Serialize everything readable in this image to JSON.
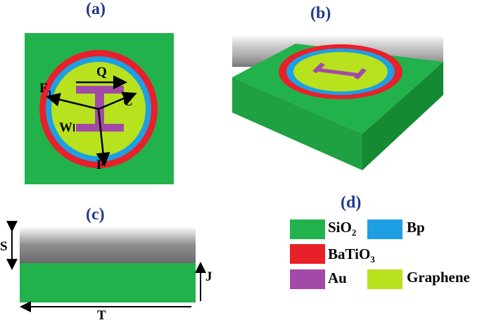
{
  "panels": {
    "a": "(a)",
    "b": "(b)",
    "c": "(c)",
    "d": "(d)"
  },
  "top_view_labels": {
    "q": "Q",
    "f1": "F",
    "f1_sub": "1",
    "c": "C",
    "w": "W",
    "f": "F"
  },
  "side_view_labels": {
    "s": "S",
    "j": "J",
    "t": "T"
  },
  "legend": {
    "sio2": "SiO",
    "sio2_sub": "2",
    "bp": "Bp",
    "batio3": "BaTiO",
    "batio3_sub": "3",
    "au": "Au",
    "graphene": "Graphene"
  },
  "colors": {
    "sio2": "#22b24c",
    "bp": "#1e9fe3",
    "batio3": "#e8202a",
    "au": "#a34aa8",
    "graphene": "#b8e21e"
  }
}
